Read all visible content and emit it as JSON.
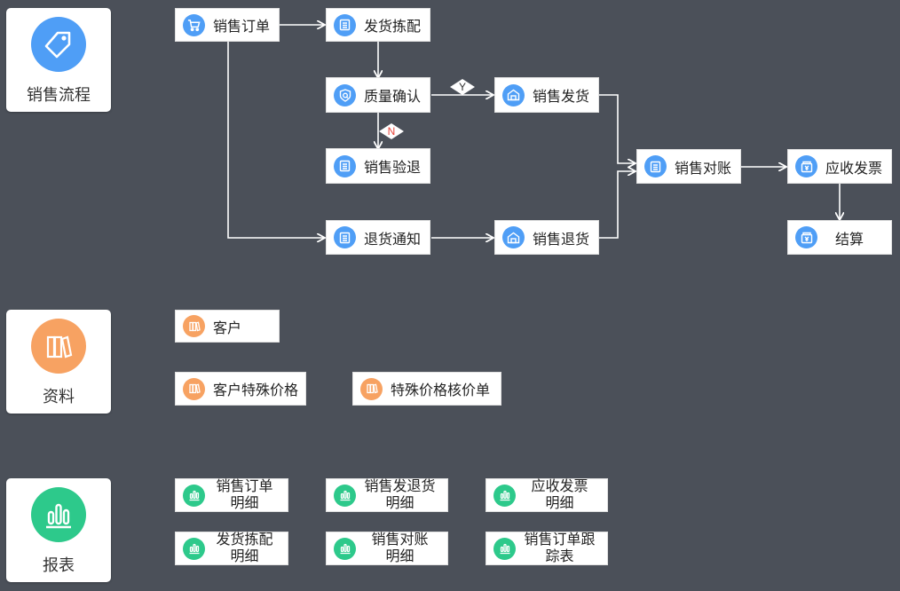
{
  "categories": {
    "sales_flow": {
      "label": "销售流程",
      "icon": "price-tag-icon",
      "color": "#4f9ef6"
    },
    "master_data": {
      "label": "资料",
      "icon": "books-icon",
      "color": "#f7a262"
    },
    "reports": {
      "label": "报表",
      "icon": "bar-chart-icon",
      "color": "#2dc98b"
    }
  },
  "flow": {
    "sales_order": "销售订单",
    "delivery_picking": "发货拣配",
    "quality_confirm": "质量确认",
    "sales_delivery": "销售发货",
    "sales_inspection_return": "销售验退",
    "return_notice": "退货通知",
    "sales_return": "销售退货",
    "sales_reconciliation": "销售对账",
    "receivable_invoice": "应收发票",
    "settlement": "结算",
    "yes_label": "Y",
    "no_label": "N"
  },
  "data_items": {
    "customer": "客户",
    "customer_special_price": "客户特殊价格",
    "special_price_review": "特殊价格核价单"
  },
  "report_items": {
    "sales_order_detail": "销售订单\n明细",
    "sales_delivery_return_detail": "销售发退货\n明细",
    "receivable_invoice_detail": "应收发票\n明细",
    "delivery_picking_detail": "发货拣配\n明细",
    "sales_reconciliation_detail": "销售对账\n明细",
    "sales_order_tracking": "销售订单跟\n踪表"
  },
  "colors": {
    "background": "#4b5059",
    "blue": "#4f9ef6",
    "orange": "#f7a262",
    "green": "#2dc98b",
    "no_badge_text": "#e8453c"
  }
}
